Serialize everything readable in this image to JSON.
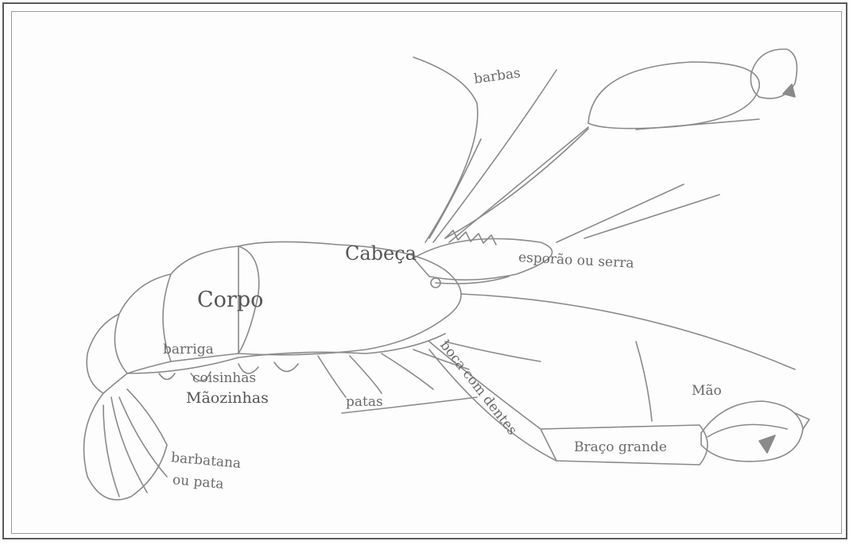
{
  "labels": {
    "barbas": "barbas",
    "cabeca": "Cabeça",
    "esporao": "esporão ou serra",
    "corpo": "Corpo",
    "boca": "boca com dentes",
    "barriga": "barriga",
    "coisinhas": "coisinhas",
    "maozinhas": "Mãozinhas",
    "patas": "patas",
    "mao": "Mão",
    "braco": "Braço grande",
    "barbatana": "barbatana",
    "ou_pata": "ou pata"
  },
  "colors": {
    "line": "#8a8a8a",
    "frame": "#5a5a5a"
  }
}
